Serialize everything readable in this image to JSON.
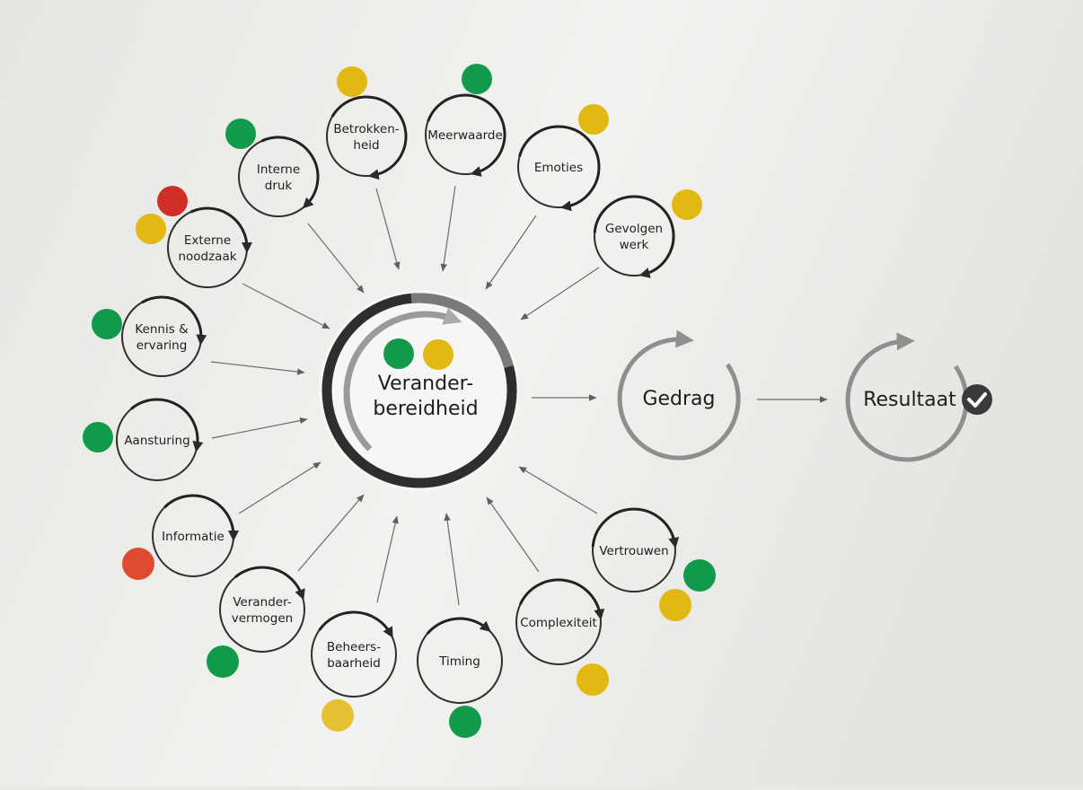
{
  "colors": {
    "paper": "#f3f3f1",
    "paper_shadow": "#dcdcd8",
    "ink": "#2a2a2a",
    "arrow": "#6a6a6a",
    "dot_green": "#119a4b",
    "dot_yellow": "#e2b812",
    "dot_red": "#cf2f27",
    "dot_orange_red": "#df4b31",
    "dot_gold": "#e5c233"
  },
  "center": {
    "label_line1": "Verander-",
    "label_line2": "bereidheid",
    "dots": [
      "green",
      "yellow"
    ]
  },
  "outcomes": {
    "gedrag": "Gedrag",
    "resultaat": "Resultaat",
    "check_icon": "check-circle-icon"
  },
  "factors": [
    {
      "id": "betrokkenheid",
      "lines": [
        "Betrokken-",
        "heid"
      ],
      "dots": [
        "yellow"
      ]
    },
    {
      "id": "meerwaarde",
      "lines": [
        "Meerwaarde"
      ],
      "dots": [
        "green"
      ]
    },
    {
      "id": "emoties",
      "lines": [
        "Emoties"
      ],
      "dots": [
        "yellow"
      ]
    },
    {
      "id": "gevolgen-werk",
      "lines": [
        "Gevolgen",
        "werk"
      ],
      "dots": [
        "yellow"
      ]
    },
    {
      "id": "interne-druk",
      "lines": [
        "Interne",
        "druk"
      ],
      "dots": [
        "green"
      ]
    },
    {
      "id": "externe-noodzaak",
      "lines": [
        "Externe",
        "noodzaak"
      ],
      "dots": [
        "red",
        "yellow"
      ]
    },
    {
      "id": "kennis-ervaring",
      "lines": [
        "Kennis &",
        "ervaring"
      ],
      "dots": [
        "green"
      ]
    },
    {
      "id": "aansturing",
      "lines": [
        "Aansturing"
      ],
      "dots": [
        "green"
      ]
    },
    {
      "id": "informatie",
      "lines": [
        "Informatie"
      ],
      "dots": [
        "orange_red"
      ]
    },
    {
      "id": "verandervermogen",
      "lines": [
        "Verander-",
        "vermogen"
      ],
      "dots": [
        "green"
      ]
    },
    {
      "id": "beheersbaarheid",
      "lines": [
        "Beheers-",
        "baarheid"
      ],
      "dots": [
        "gold"
      ]
    },
    {
      "id": "timing",
      "lines": [
        "Timing"
      ],
      "dots": [
        "green"
      ]
    },
    {
      "id": "complexiteit",
      "lines": [
        "Complexiteit"
      ],
      "dots": [
        "yellow"
      ]
    },
    {
      "id": "vertrouwen",
      "lines": [
        "Vertrouwen"
      ],
      "dots": [
        "green",
        "yellow"
      ]
    }
  ]
}
